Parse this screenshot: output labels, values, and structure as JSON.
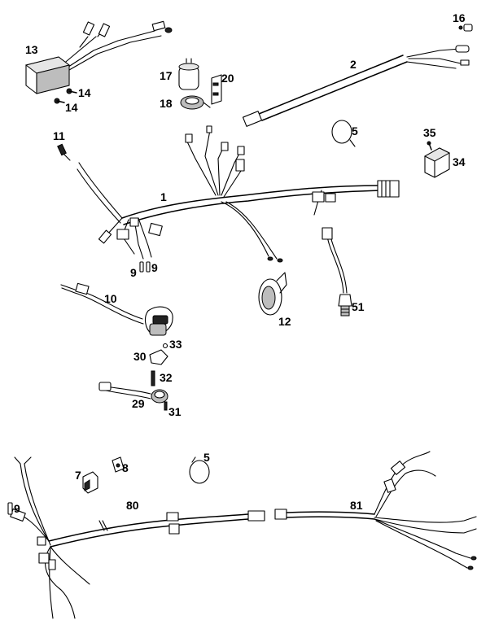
{
  "callouts": {
    "c1": "1",
    "c2": "2",
    "c5a": "5",
    "c5b": "5",
    "c7": "7",
    "c8": "8",
    "c9a": "9",
    "c9b": "9",
    "c9c": "9",
    "c10": "10",
    "c11": "11",
    "c12": "12",
    "c13": "13",
    "c14a": "14",
    "c14b": "14",
    "c16": "16",
    "c17": "17",
    "c18": "18",
    "c20": "20",
    "c29": "29",
    "c30": "30",
    "c31": "31",
    "c32": "32",
    "c33": "33",
    "c34": "34",
    "c35": "35",
    "c51": "51",
    "c80": "80",
    "c81": "81"
  }
}
